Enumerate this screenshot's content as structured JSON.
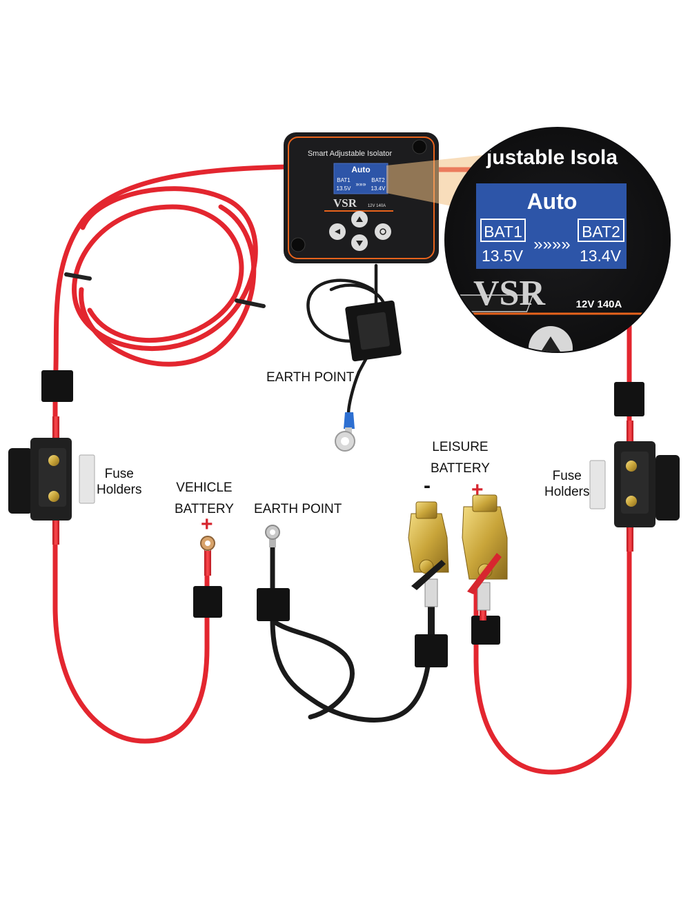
{
  "device": {
    "title": "Smart Adjustable Isolator",
    "brand": "VSR",
    "rating": "12V 140A",
    "mode": "Auto",
    "bat1_label": "BAT1",
    "bat1_voltage": "13.5V",
    "bat2_label": "BAT2",
    "bat2_voltage": "13.4V",
    "arrows": "»»»",
    "btn_back_icon": "return-arrow-icon",
    "btn_up_icon": "triangle-up-icon",
    "btn_down_icon": "triangle-down-icon",
    "btn_ok_icon": "gear-icon"
  },
  "zoom": {
    "title_fragment": "justable Isola",
    "mode": "Auto",
    "bat1_label": "BAT1",
    "bat1_voltage": "13.5V",
    "bat2_label": "BAT2",
    "bat2_voltage": "13.4V",
    "arrows": "»»»»",
    "brand": "VSR",
    "rating": "12V 140A"
  },
  "labels": {
    "earth_point_top": "EARTH POINT",
    "earth_point_bottom": "EARTH POINT",
    "vehicle_battery_line1": "VEHICLE",
    "vehicle_battery_line2": "BATTERY",
    "leisure_battery_line1": "LEISURE",
    "leisure_battery_line2": "BATTERY",
    "fuse_left_line1": "Fuse",
    "fuse_left_line2": "Holders",
    "fuse_right_line1": "Fuse",
    "fuse_right_line2": "Holders",
    "plus": "+",
    "minus": "-"
  },
  "colors": {
    "red_cable": "#e3262f",
    "black_cable": "#1a1a1a",
    "device_body": "#1c1c1e",
    "screen_blue": "#2d55a8",
    "accent_orange": "#e8631c",
    "brass": "#c9a53a",
    "plus_sign": "#d7262f"
  }
}
